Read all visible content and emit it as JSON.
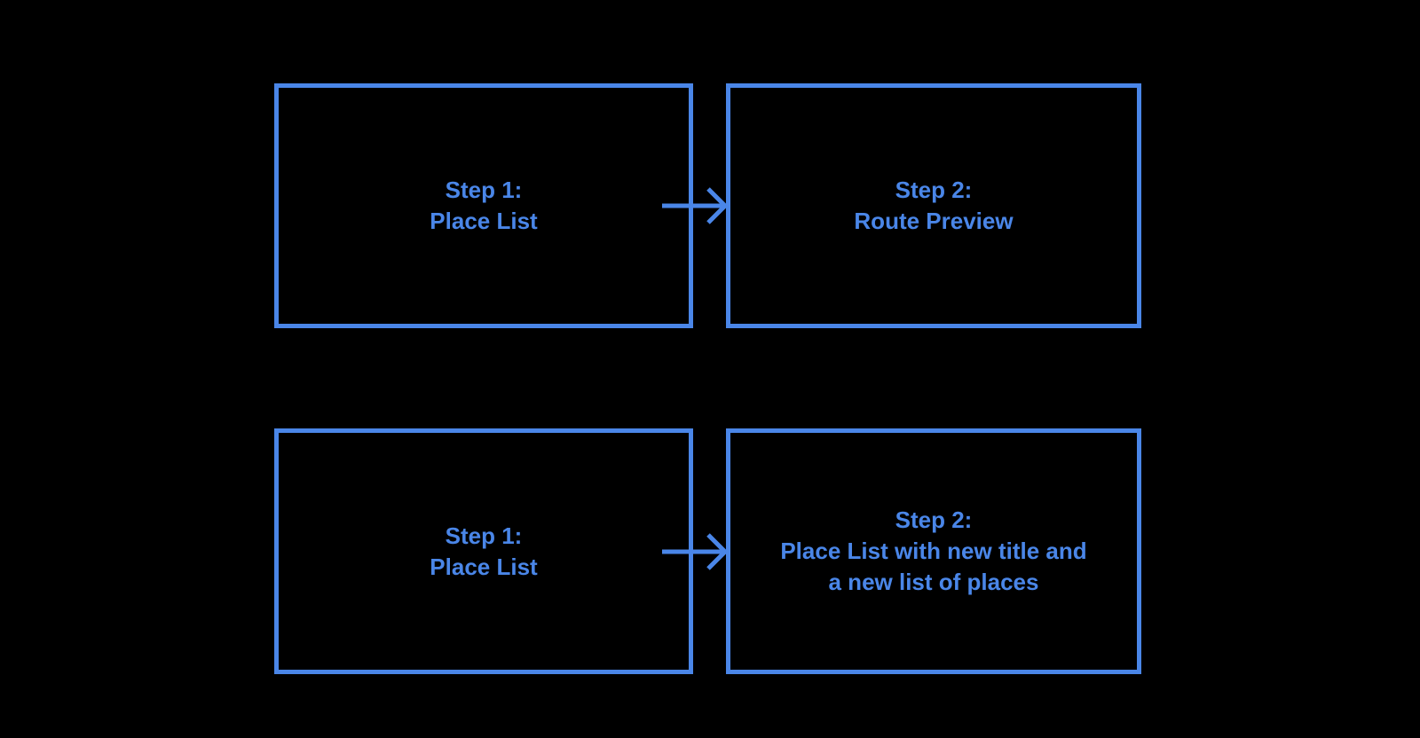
{
  "diagram": {
    "title": "place-list-flow-diagram",
    "colors": {
      "background": "#000000",
      "accent": "#4a86e8"
    },
    "nodes": [
      {
        "id": "r1-step1",
        "lines": [
          "Step 1:",
          "Place List"
        ]
      },
      {
        "id": "r1-step2",
        "lines": [
          "Step 2:",
          "Route Preview"
        ]
      },
      {
        "id": "r2-step1",
        "lines": [
          "Step 1:",
          "Place List"
        ]
      },
      {
        "id": "r2-step2",
        "lines": [
          "Step 2:",
          "Place List with new title and",
          "a new list of places"
        ]
      }
    ],
    "connectors": [
      {
        "from": "r1-step1",
        "to": "r1-step2",
        "type": "arrow-right"
      },
      {
        "from": "r2-step1",
        "to": "r2-step2",
        "type": "arrow-right"
      }
    ]
  }
}
